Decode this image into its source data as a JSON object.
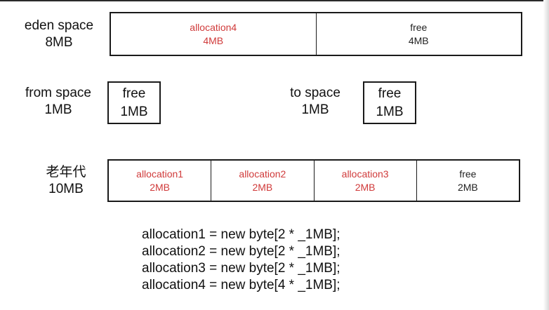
{
  "eden": {
    "name": "eden space",
    "size": "8MB",
    "cells": [
      {
        "label": "allocation4",
        "size": "4MB",
        "kind": "allocated"
      },
      {
        "label": "free",
        "size": "4MB",
        "kind": "free"
      }
    ]
  },
  "from": {
    "name": "from space",
    "size": "1MB",
    "cell": {
      "label": "free",
      "size": "1MB"
    }
  },
  "to": {
    "name": "to space",
    "size": "1MB",
    "cell": {
      "label": "free",
      "size": "1MB"
    }
  },
  "old": {
    "name": "老年代",
    "size": "10MB",
    "cells": [
      {
        "label": "allocation1",
        "size": "2MB",
        "kind": "allocated"
      },
      {
        "label": "allocation2",
        "size": "2MB",
        "kind": "allocated"
      },
      {
        "label": "allocation3",
        "size": "2MB",
        "kind": "allocated"
      },
      {
        "label": "free",
        "size": "2MB",
        "kind": "free"
      }
    ]
  },
  "code": [
    "allocation1 = new byte[2 * _1MB];",
    "allocation2 = new byte[2 * _1MB];",
    "allocation3 = new byte[2 * _1MB];",
    "allocation4 = new byte[4 * _1MB];"
  ],
  "colors": {
    "allocated_text": "#d03a3a",
    "free_text": "#222222",
    "border": "#1a1a1a"
  }
}
